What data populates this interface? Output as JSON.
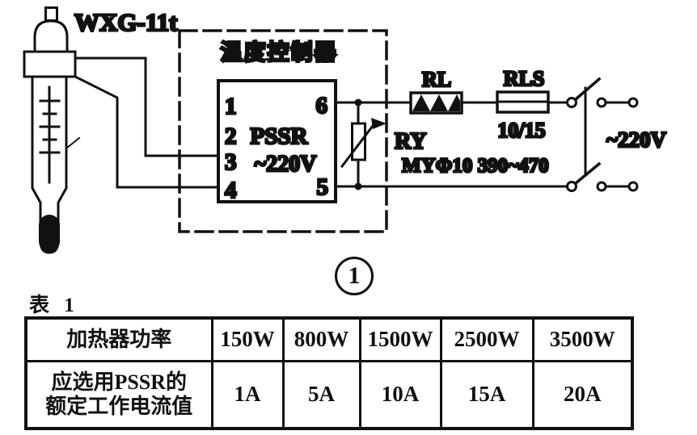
{
  "circuit": {
    "sensor_model": "WXG-11t",
    "controller_title": "温度控制器",
    "pssr_name": "PSSR",
    "pssr_voltage": "~220V",
    "pins_left": [
      "1",
      "2",
      "3",
      "4"
    ],
    "pins_right": [
      "6",
      "5"
    ],
    "varistor_ref": "RY",
    "varistor_spec": "MYΦ10 390~470",
    "heater_ref": "RL",
    "fuse_ref": "RLS",
    "fuse_rating": "10/15",
    "supply_voltage": "~220V"
  },
  "figure_number": "1",
  "table": {
    "caption": "表 1",
    "power_row": {
      "header": "加热器功率",
      "values": [
        "150W",
        "800W",
        "1500W",
        "2500W",
        "3500W"
      ]
    },
    "current_row": {
      "header_line1": "应选用PSSR的",
      "header_line2": "额定工作电流值",
      "values": [
        "1A",
        "5A",
        "10A",
        "15A",
        "20A"
      ]
    }
  },
  "colors": {
    "ink": "#111111",
    "paper": "#ffffff"
  }
}
